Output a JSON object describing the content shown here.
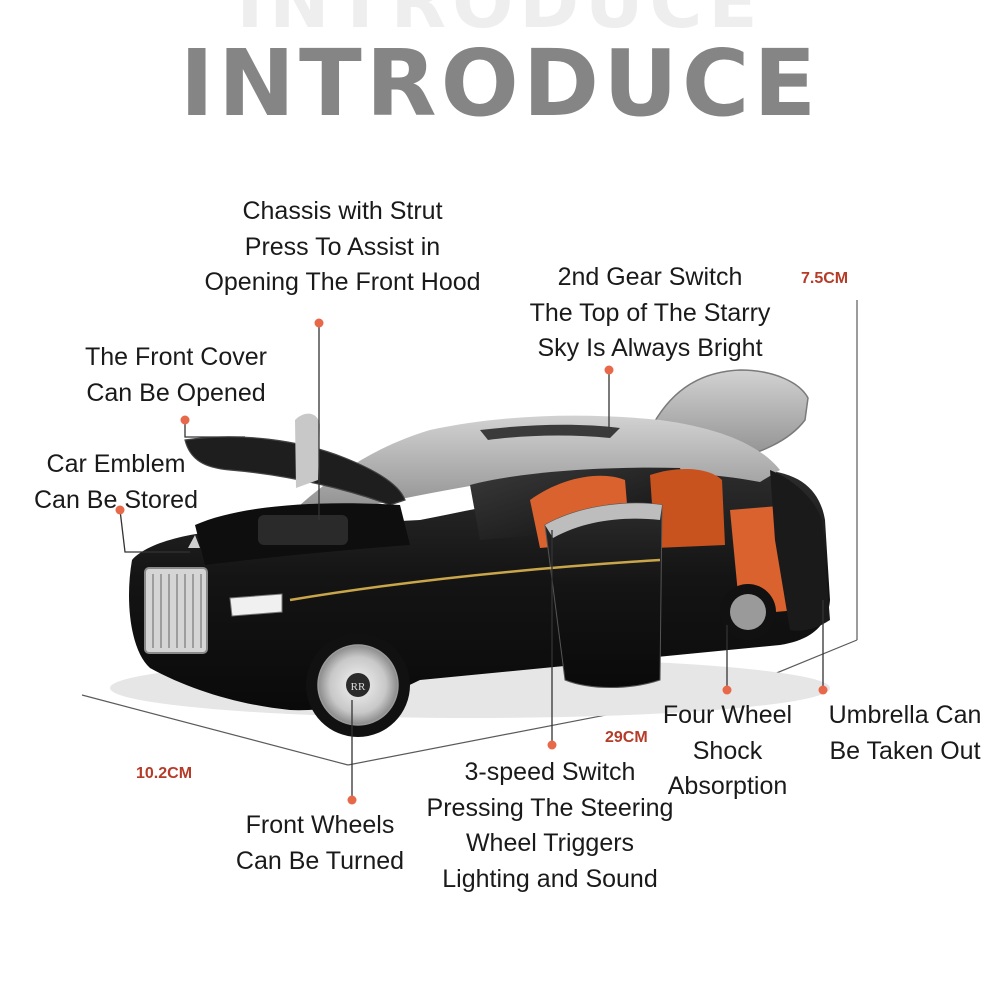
{
  "header": {
    "title": "INTRODUCE"
  },
  "colors": {
    "title_gray": "#858585",
    "callout_dot": "#e8694a",
    "dimension_text": "#b43c28",
    "car_body": "#161616",
    "car_silver": "#a9a9a9",
    "interior_orange": "#d9622e"
  },
  "labels": {
    "chassis": [
      "Chassis with Strut",
      "Press To Assist in",
      "Opening The Front Hood"
    ],
    "gear_switch": [
      "2nd Gear Switch",
      "The Top of The Starry",
      "Sky Is Always Bright"
    ],
    "front_cover": [
      "The Front Cover",
      "Can Be Opened"
    ],
    "emblem": [
      "Car Emblem",
      "Can Be Stored"
    ],
    "shock": [
      "Four Wheel",
      "Shock",
      "Absorption"
    ],
    "umbrella": [
      "Umbrella Can",
      "Be Taken Out"
    ],
    "speed_switch": [
      "3-speed Switch",
      "Pressing The Steering",
      "Wheel Triggers",
      "Lighting and Sound"
    ],
    "front_wheels": [
      "Front Wheels",
      "Can Be Turned"
    ]
  },
  "dimensions": {
    "height": "7.5CM",
    "length": "29CM",
    "width": "10.2CM"
  },
  "icons": {
    "emblem_badge": "RR"
  }
}
